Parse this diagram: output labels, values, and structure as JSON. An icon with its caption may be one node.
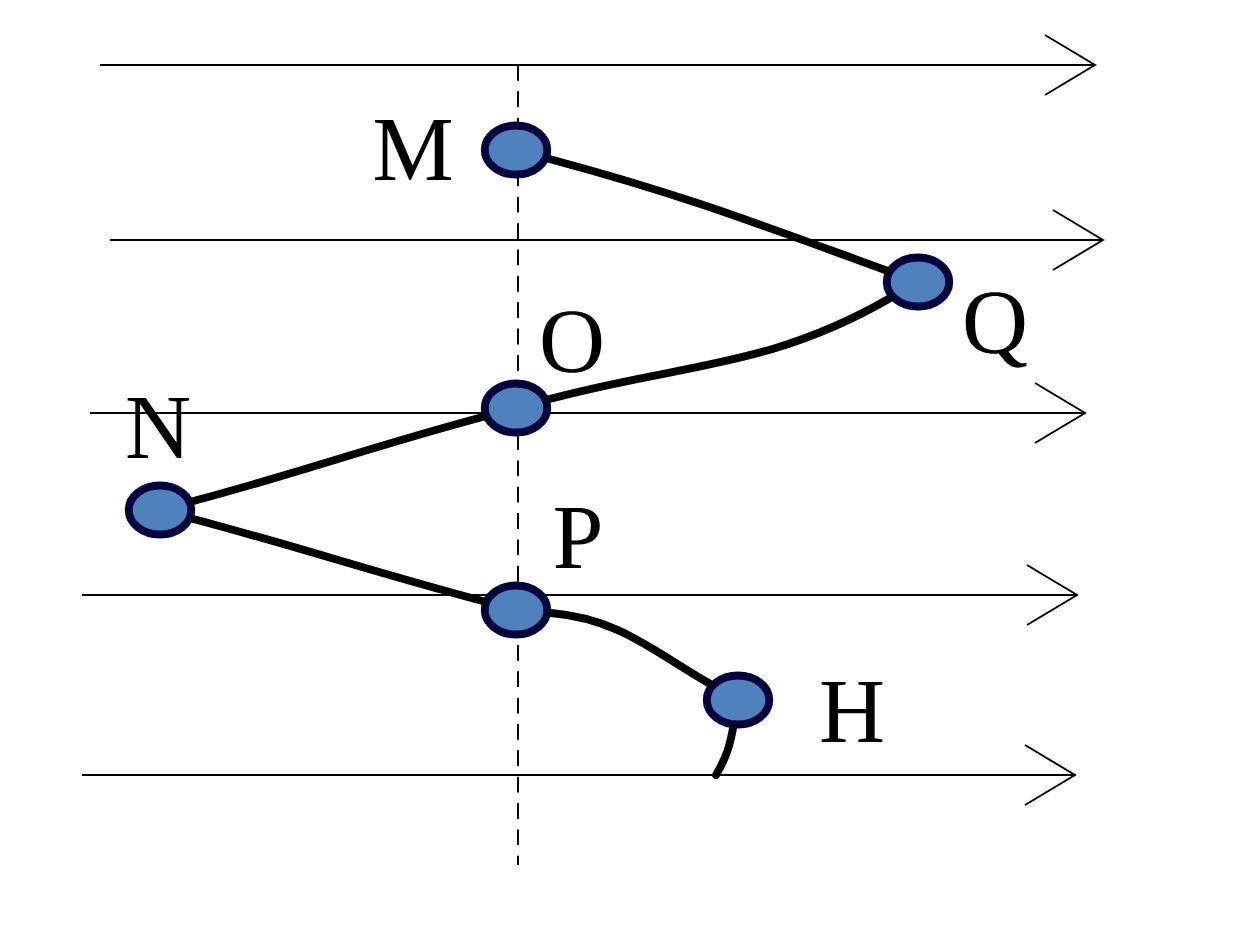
{
  "diagram": {
    "nodes": [
      {
        "text": [],
        "shape": "circle",
        "beside": [
          "M"
        ]
      },
      {
        "text": [],
        "shape": "circle",
        "beside": [
          "Q"
        ]
      },
      {
        "text": [],
        "shape": "circle",
        "beside": [
          "O"
        ]
      },
      {
        "text": [],
        "shape": "circle",
        "beside": [
          "N"
        ]
      },
      {
        "text": [],
        "shape": "circle",
        "beside": [
          "P"
        ]
      },
      {
        "text": [],
        "shape": "circle",
        "beside": [
          "H"
        ]
      }
    ],
    "edges": [
      {
        "from": 0,
        "to": 1,
        "arrow": "none"
      },
      {
        "from": 1,
        "to": 2,
        "arrow": "none"
      },
      {
        "from": 2,
        "to": 3,
        "arrow": "none"
      },
      {
        "from": 3,
        "to": 4,
        "arrow": "none"
      },
      {
        "from": 4,
        "to": 5,
        "arrow": "none"
      },
      {
        "from": 5,
        "to": null,
        "arrow": "none"
      }
    ]
  }
}
